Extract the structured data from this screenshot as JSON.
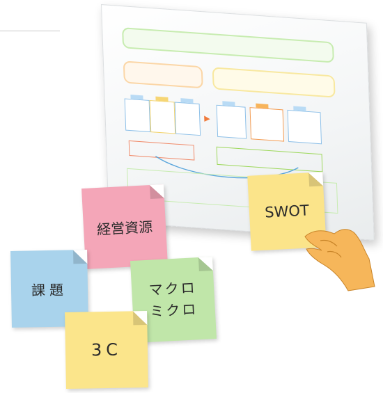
{
  "notes": {
    "swot": "SWOT",
    "keiei": "経営資源",
    "kadai": "課題",
    "macro_line1": "マクロ",
    "macro_line2": "ミクロ",
    "three_c": "3C"
  },
  "colors": {
    "note_pink": "#f4a6b8",
    "note_blue": "#a9d3ec",
    "note_green": "#c0e6a9",
    "note_yellow": "#fbe48a",
    "board_accent_green": "#c7ecb0",
    "board_accent_orange": "#f39c53",
    "board_accent_blue": "#8ec0e8"
  },
  "icons": {
    "hand": "hand-icon",
    "arrow": "arrow-right-icon"
  }
}
